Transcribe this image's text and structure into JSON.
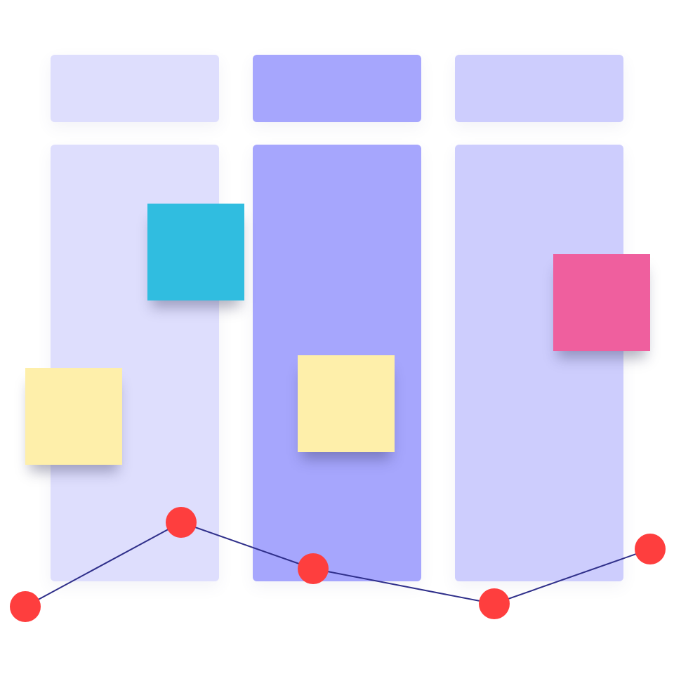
{
  "colors": {
    "background": "#ffffff",
    "column_1": "#dedefd",
    "column_2": "#a6a6fd",
    "column_3": "#cdcdfd",
    "note_cyan": "#30bde0",
    "note_yellow": "#feefaa",
    "note_pink": "#ef5f9e",
    "trend_line": "#2f2f8a",
    "trend_point": "#fe3e3e"
  },
  "columns": [
    {
      "id": "col-1",
      "color_key": "column_1"
    },
    {
      "id": "col-2",
      "color_key": "column_2"
    },
    {
      "id": "col-3",
      "color_key": "column_3"
    }
  ],
  "sticky_notes": [
    {
      "id": "note-1",
      "color_key": "note_cyan"
    },
    {
      "id": "note-2",
      "color_key": "note_yellow"
    },
    {
      "id": "note-3",
      "color_key": "note_yellow"
    },
    {
      "id": "note-4",
      "color_key": "note_pink"
    }
  ],
  "trend": {
    "point_count": 5
  }
}
